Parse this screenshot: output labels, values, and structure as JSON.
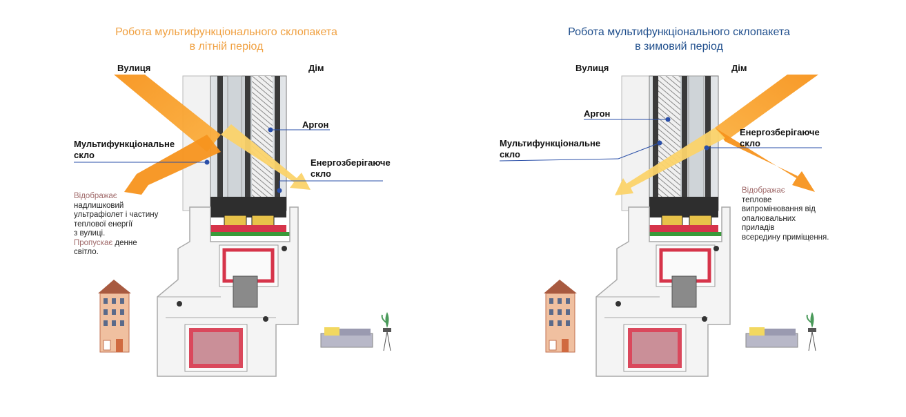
{
  "colors": {
    "summer_title": "#f0a040",
    "winter_title": "#1f4e8c",
    "highlight": "#a06a6a",
    "leader": "#2a4fa8",
    "arrow_dark": "#f7941d",
    "arrow_light": "#fbd36a",
    "seal_red": "#d6344a",
    "desiccant": "#e8c24a",
    "gasket_green": "#3a9a3a"
  },
  "summer": {
    "title_line1": "Робота мультифункціонального склопакета",
    "title_line2": "в літній період",
    "street": "Вулиця",
    "home": "Дім",
    "argon": "Аргон",
    "multi_line1": "Мультифункціональне",
    "multi_line2": "скло",
    "energy_line1": "Енергозберігаюче",
    "energy_line2": "скло",
    "desc": {
      "w1": "Відображає",
      "l2": "надлишковий",
      "l3": "ультрафіолет і частину",
      "l4": "теплової енергії",
      "l5": "з вулиці.",
      "w6": "Пропускає",
      "l6": " денне",
      "l7": "світло."
    }
  },
  "winter": {
    "title_line1": "Робота мультифункціонального склопакета",
    "title_line2": "в зимовий період",
    "street": "Вулиця",
    "home": "Дім",
    "argon": "Аргон",
    "multi_line1": "Мультифункціональне",
    "multi_line2": "скло",
    "energy_line1": "Енергозберігаюче",
    "energy_line2": "скло",
    "desc": {
      "w1": "Відображає",
      "l2": "теплове",
      "l3": "випромінювання від",
      "l4": "опалювальних",
      "l5": "приладів",
      "l6": "всередину приміщення."
    }
  }
}
